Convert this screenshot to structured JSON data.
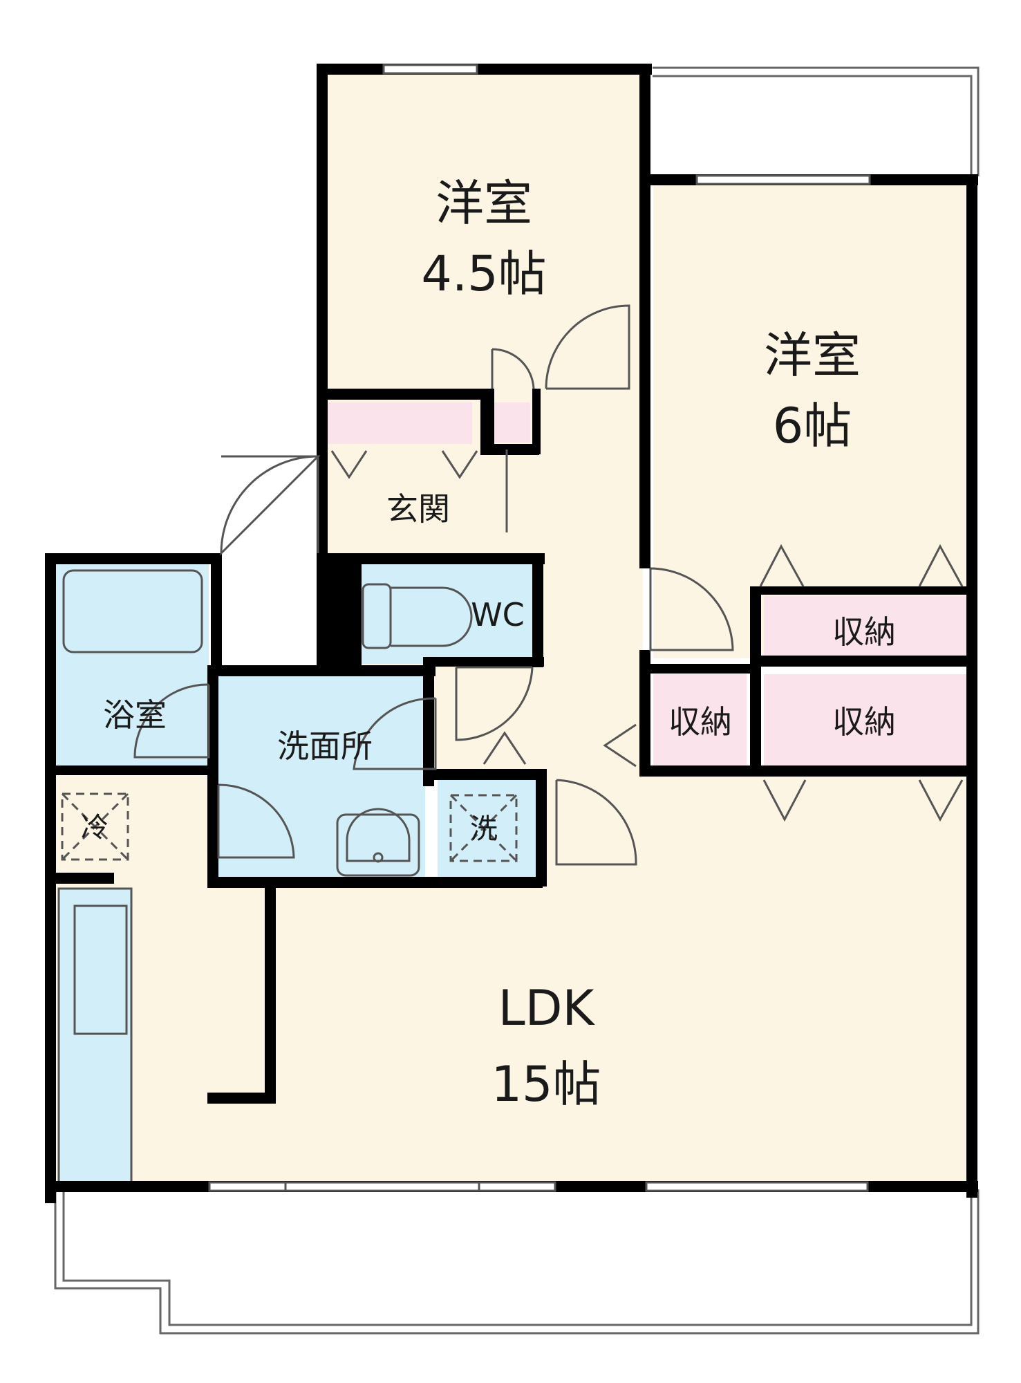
{
  "floor_plan": {
    "rooms": {
      "western_room_a": {
        "name": "洋室",
        "size": "4.5帖"
      },
      "western_room_b": {
        "name": "洋室",
        "size": "6帖"
      },
      "ldk": {
        "name": "LDK",
        "size": "15帖"
      },
      "entrance": {
        "name": "玄関"
      },
      "wc": {
        "name": "WC"
      },
      "bathroom": {
        "name": "浴室"
      },
      "washroom": {
        "name": "洗面所"
      },
      "storage_1": {
        "name": "収納"
      },
      "storage_2": {
        "name": "収納"
      },
      "storage_3": {
        "name": "収納"
      }
    },
    "fixtures": {
      "refrigerator_space": "冷",
      "washer_space": "洗"
    },
    "colors": {
      "room_cream": "#fdf5e4",
      "wet_area_blue": "#d2eef9",
      "storage_pink": "#fbe3eb",
      "wall": "#000000",
      "outline": "#555555"
    }
  }
}
